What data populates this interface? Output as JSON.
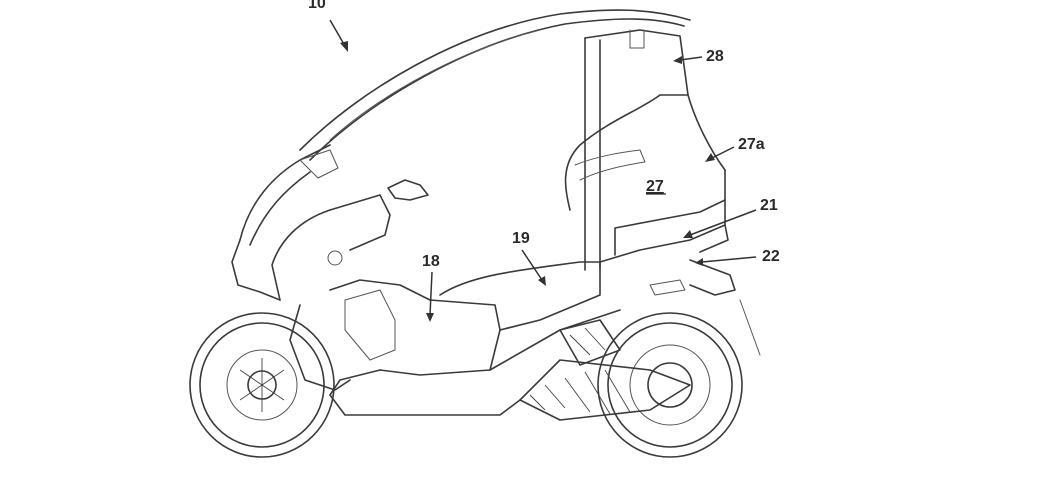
{
  "figure": {
    "labels": {
      "vehicle": "10",
      "roof_frame": "28",
      "backrest_outer": "27a",
      "backrest": "27",
      "rear_body": "21",
      "rear_lower": "22",
      "seat_area": "19",
      "footboard": "18"
    }
  }
}
